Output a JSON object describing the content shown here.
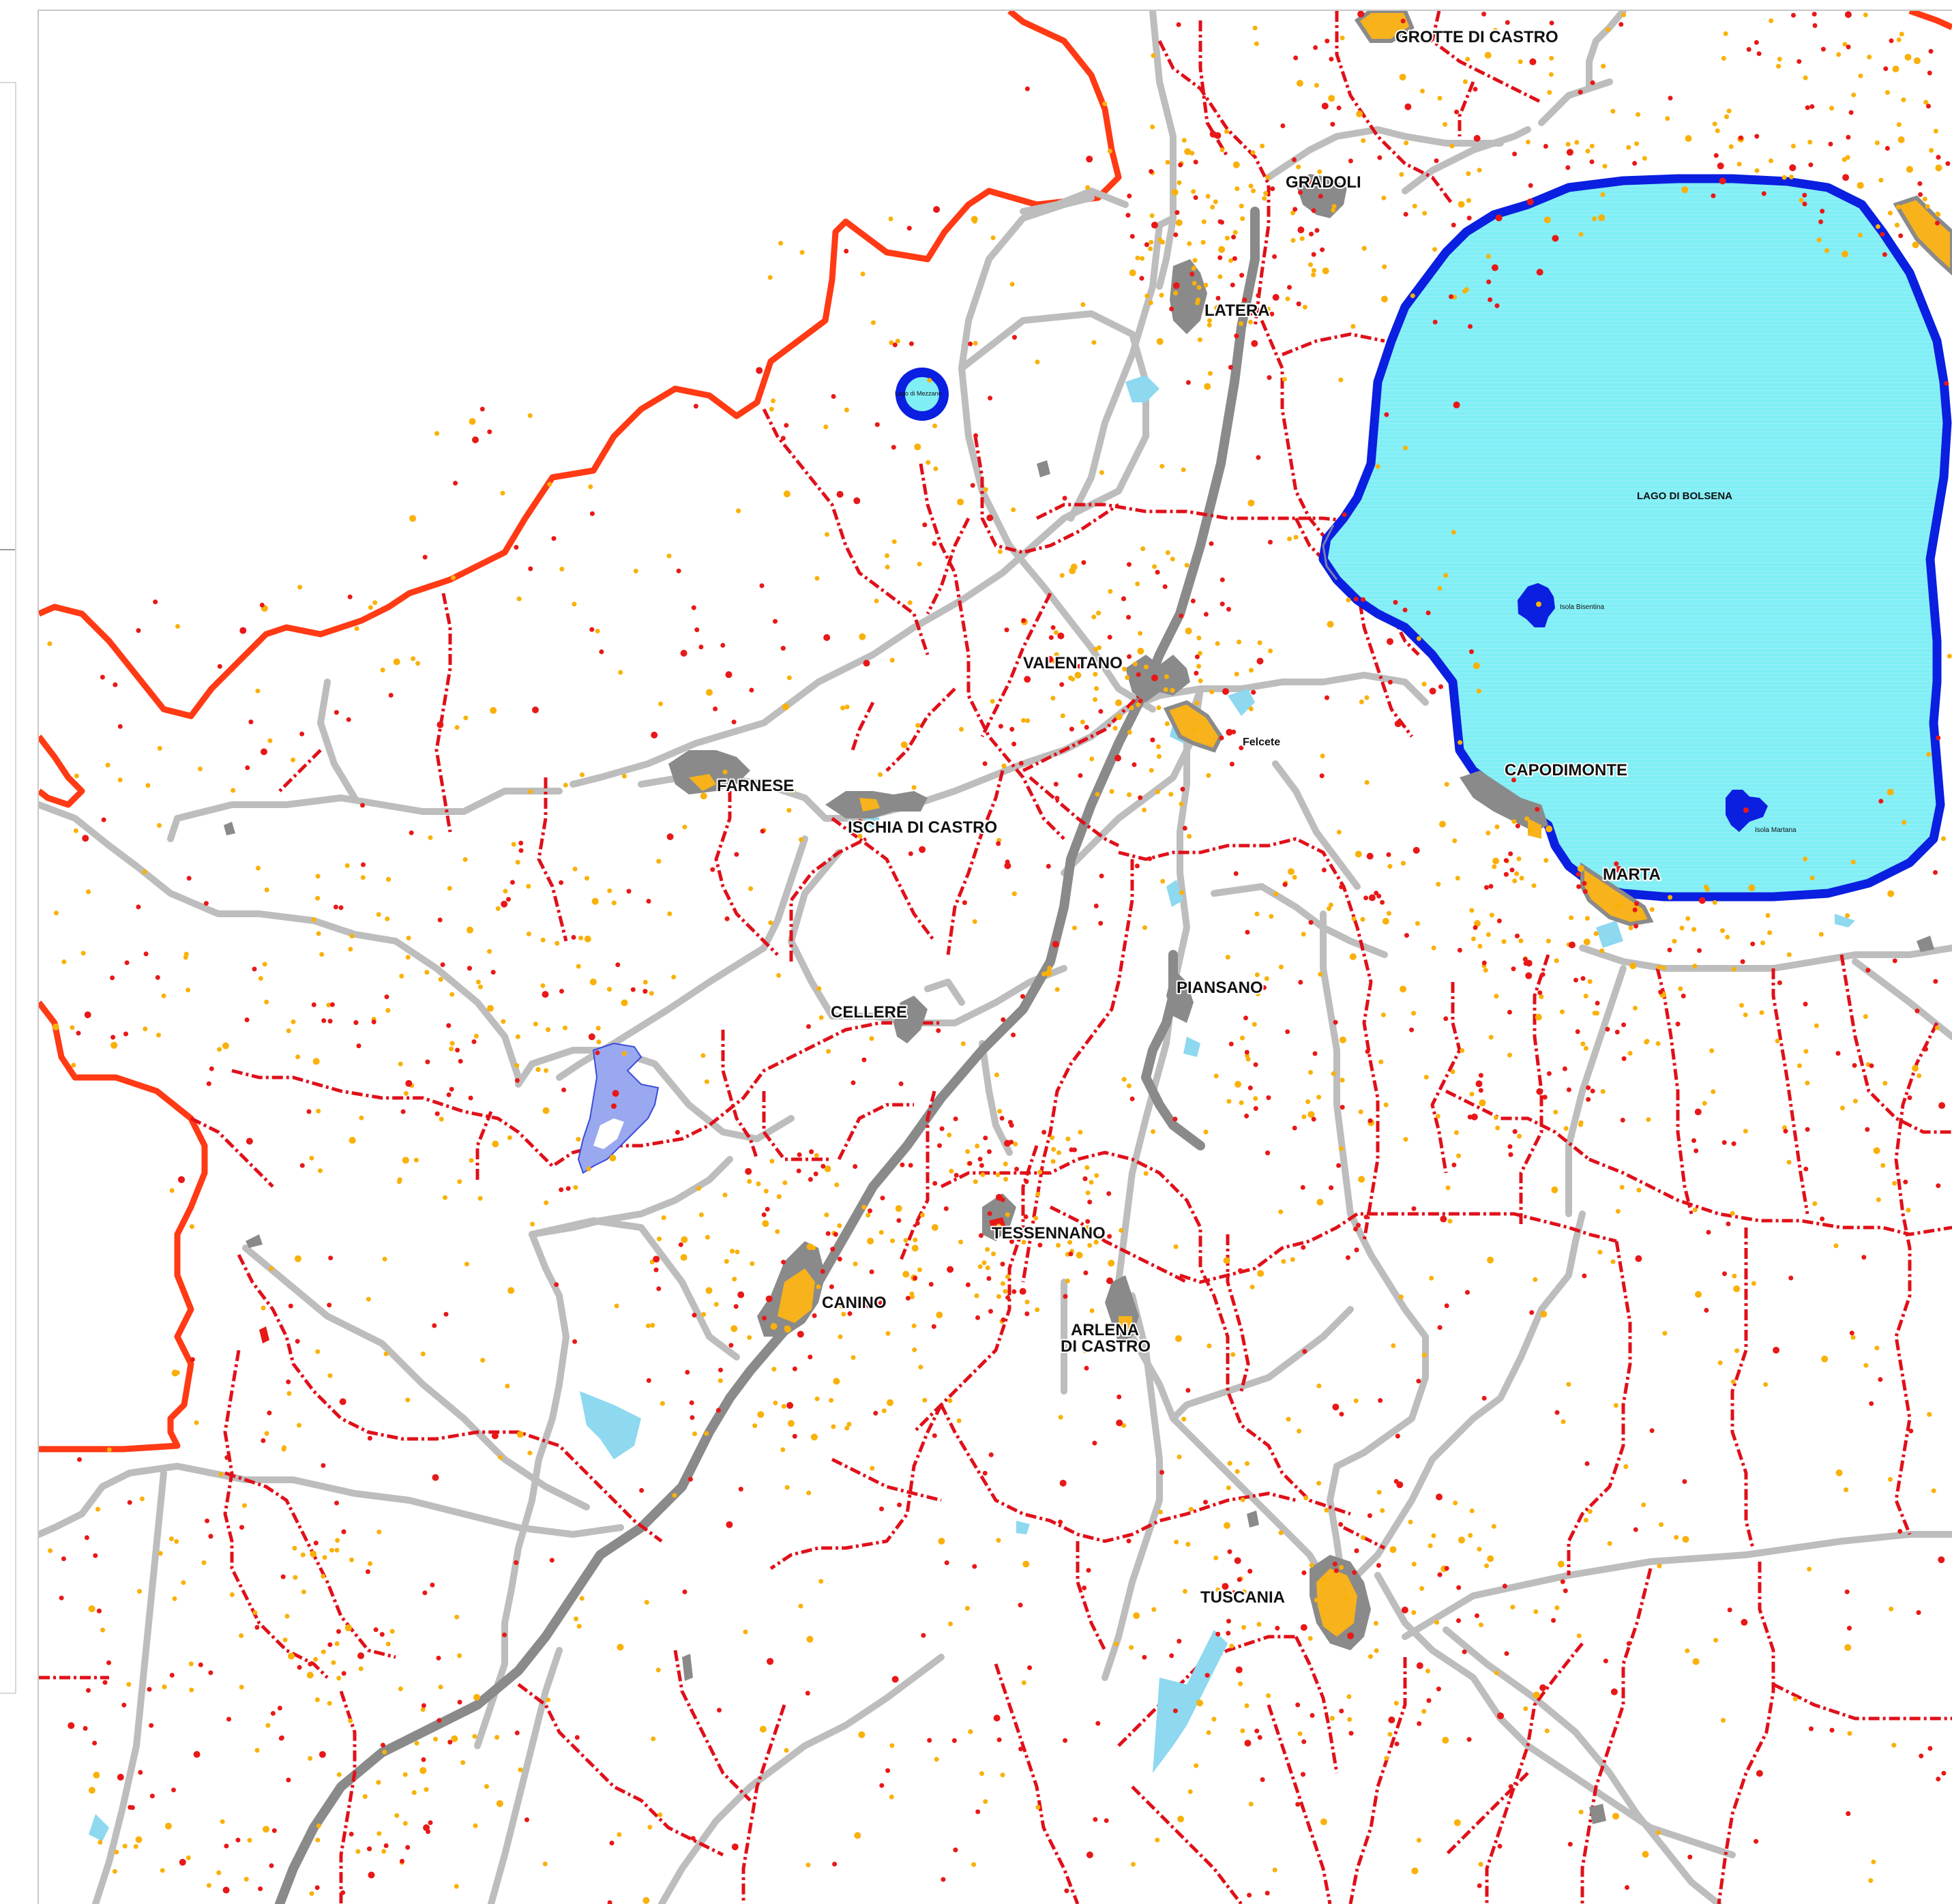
{
  "map": {
    "colors": {
      "lake_fill": "#80eef5",
      "lake_outline": "#0a1fe0",
      "boundary_province": "#ff3a14",
      "boundary_municipal": "#e0101a",
      "roads": "#bdbdbd",
      "main_roads": "#8a8a8a",
      "urban": "#f7b21c",
      "points_orange": "#f9b10a",
      "points_red": "#e81818",
      "water_small": "#8ed8f0",
      "protected_area": "#9aa8f0"
    },
    "lake": {
      "name": "LAGO DI BOLSENA",
      "island_bisentina": "Isola Bisentina",
      "island_martana": "Isola Martana"
    },
    "small_lake": {
      "name": "Lago di Mezzano"
    },
    "towns": [
      {
        "id": "grotte",
        "name": "GROTTE DI CASTRO"
      },
      {
        "id": "gradoli",
        "name": "GRADOLI"
      },
      {
        "id": "latera",
        "name": "LATERA"
      },
      {
        "id": "valentano",
        "name": "VALENTANO"
      },
      {
        "id": "farnese",
        "name": "FARNESE"
      },
      {
        "id": "ischia",
        "name": "ISCHIA DI CASTRO"
      },
      {
        "id": "capodimonte",
        "name": "CAPODIMONTE"
      },
      {
        "id": "marta",
        "name": "MARTA"
      },
      {
        "id": "piansano",
        "name": "PIANSANO"
      },
      {
        "id": "cellere",
        "name": "CELLERE"
      },
      {
        "id": "tessennano",
        "name": "TESSENNANO"
      },
      {
        "id": "canino",
        "name": "CANINO"
      },
      {
        "id": "arlena1",
        "name": "ARLENA"
      },
      {
        "id": "arlena2",
        "name": "DI CASTRO"
      },
      {
        "id": "tuscania",
        "name": "TUSCANIA"
      }
    ],
    "hamlets": [
      {
        "id": "felcete",
        "name": "Felcete"
      }
    ]
  }
}
